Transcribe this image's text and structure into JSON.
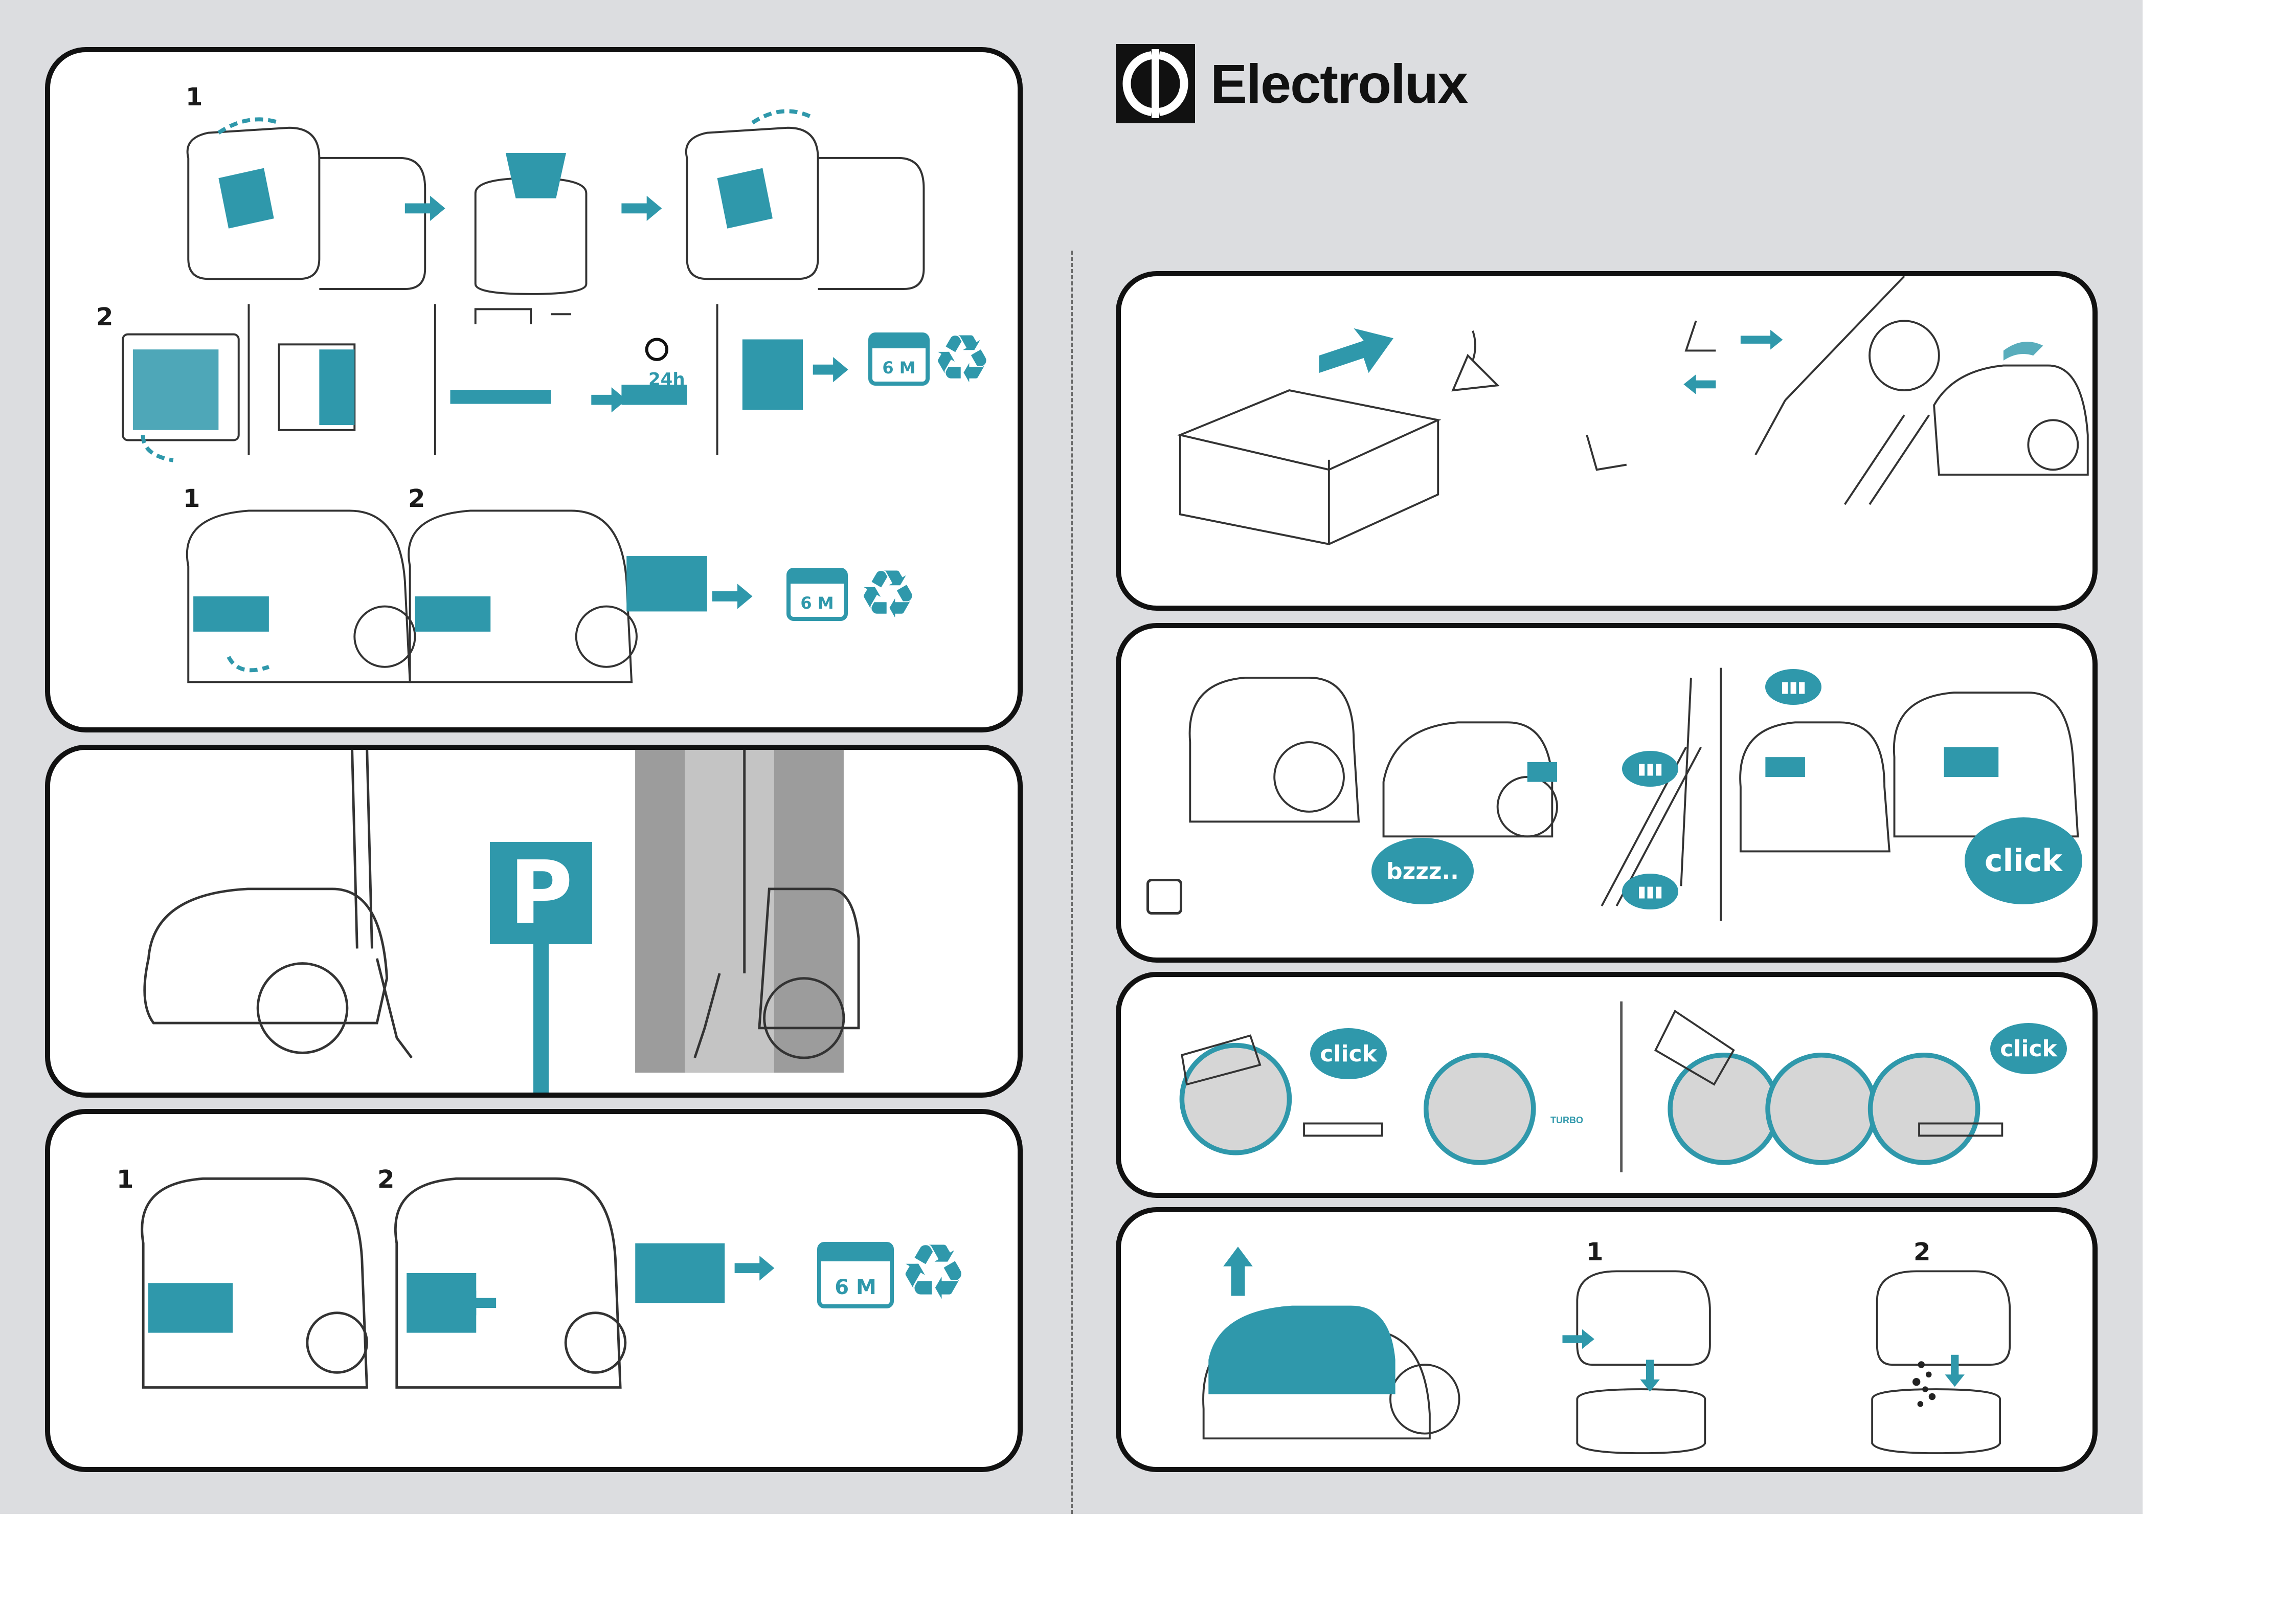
{
  "brand": {
    "name": "Electrolux"
  },
  "steps": {
    "one": "1",
    "two": "2"
  },
  "badges": {
    "six_months": "6 M",
    "twenty_four_h": "24h",
    "bzzz": "bzzz..",
    "click": "click",
    "parking": "P",
    "turbo": "TURBO"
  },
  "colors": {
    "accent": "#2f98ab",
    "outline": "#111111",
    "sheet": "#dcdde0"
  },
  "icons": [
    "recycle-icon",
    "calendar-icon",
    "sun-icon",
    "socket-icon",
    "arrow-icon"
  ]
}
